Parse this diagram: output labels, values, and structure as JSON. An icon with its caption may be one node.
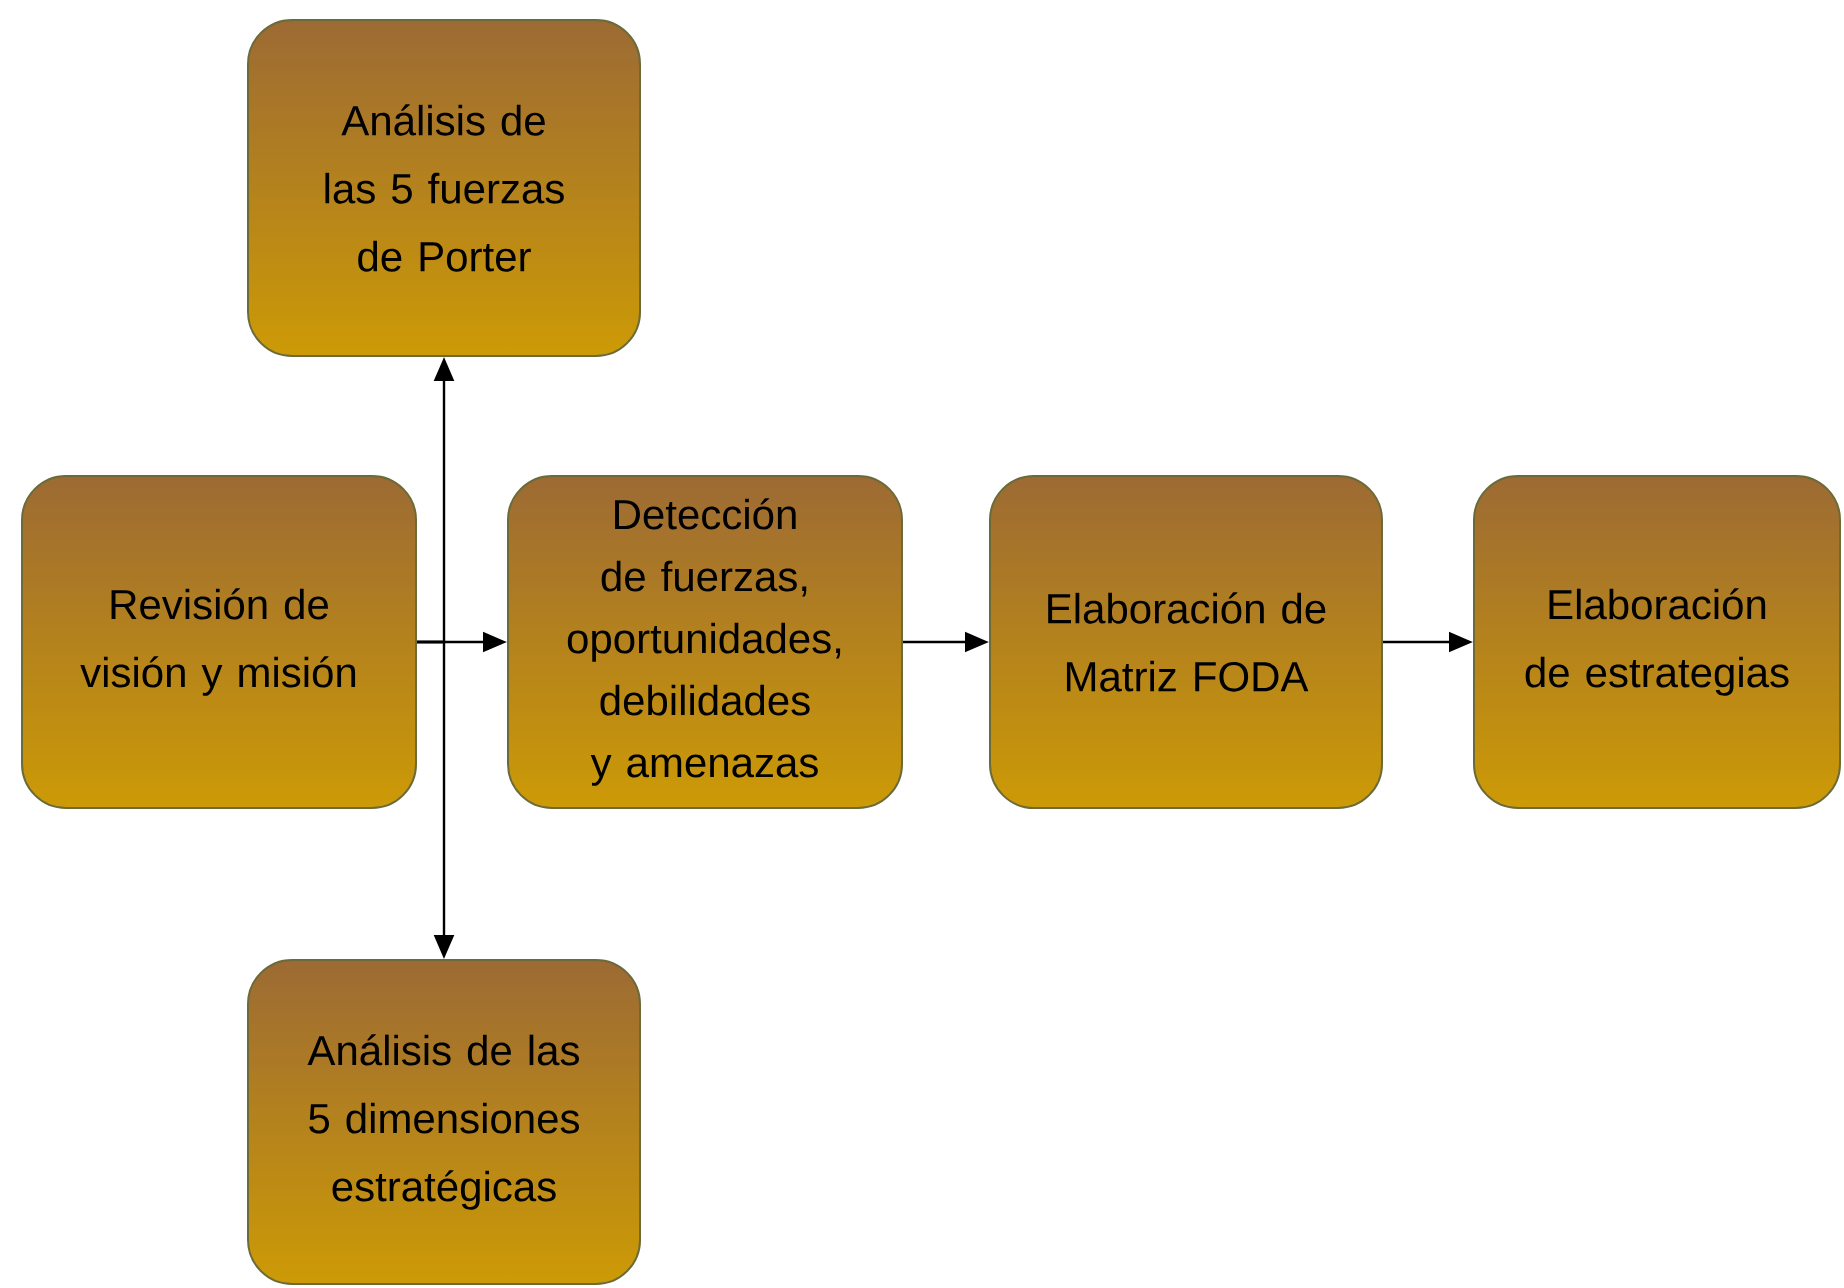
{
  "diagram": {
    "nodes": [
      {
        "text": [
          "Análisis de las 5 fuerzas de Porter"
        ]
      },
      {
        "text": [
          "Revisión de visión y misión"
        ]
      },
      {
        "text": [
          "Detección de fuerzas, oportunidades, debilidades y amenazas"
        ]
      },
      {
        "text": [
          "Elaboración de Matriz FODA"
        ]
      },
      {
        "text": [
          "Elaboración de estrategias"
        ]
      },
      {
        "text": [
          "Análisis de las 5 dimensiones estratégicas"
        ]
      }
    ],
    "edges": [
      {
        "from": 1,
        "to": 0,
        "arrow": "to"
      },
      {
        "from": 1,
        "to": 2,
        "arrow": "to"
      },
      {
        "from": 1,
        "to": 5,
        "arrow": "to"
      },
      {
        "from": 2,
        "to": 3,
        "arrow": "to"
      },
      {
        "from": 3,
        "to": 4,
        "arrow": "to"
      }
    ]
  }
}
